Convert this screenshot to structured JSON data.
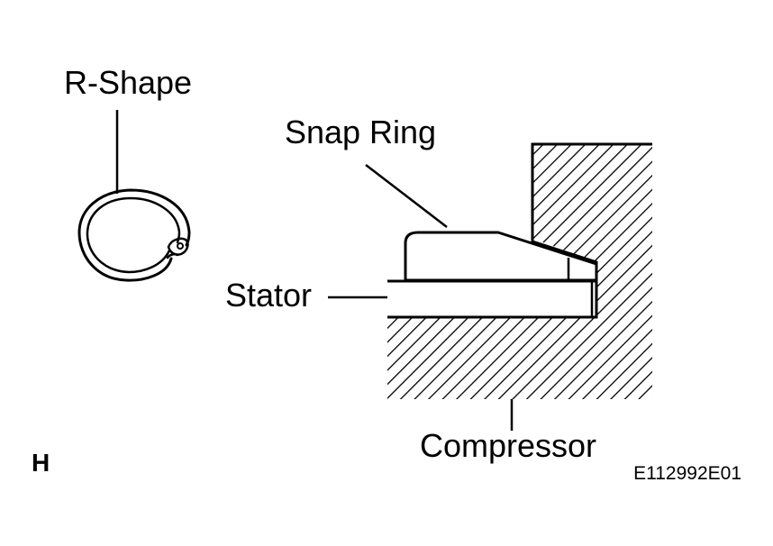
{
  "diagram": {
    "labels": {
      "r_shape": "R-Shape",
      "snap_ring": "Snap Ring",
      "stator": "Stator",
      "compressor": "Compressor",
      "corner_mark": "H",
      "figure_code": "E112992E01"
    }
  }
}
